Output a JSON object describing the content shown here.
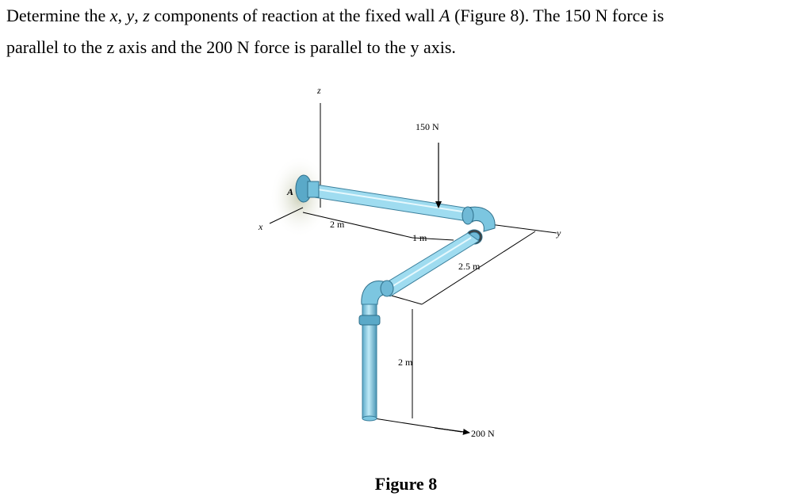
{
  "problem": {
    "line1": {
      "p1": "Determine the ",
      "x": "x",
      "c1": ", ",
      "y": "y",
      "c2": ", ",
      "z": "z",
      "p2": " components of reaction at the fixed wall ",
      "A": "A",
      "p3": " (Figure 8). The 150 N force is"
    },
    "line2": "parallel to the z axis and the 200 N force is parallel to the y axis."
  },
  "figure": {
    "axis_x": "x",
    "axis_y": "y",
    "axis_z": "z",
    "point_A": "A",
    "force_150": "150 N",
    "force_200": "200 N",
    "dim_2m_top": "2 m",
    "dim_1m": "1 m",
    "dim_2_5m": "2.5 m",
    "dim_2m_vertical": "2 m",
    "colors": {
      "pipe_fill": "#8fd3ec",
      "pipe_edge": "#3a7f9c",
      "fitting": "#5aa9c8",
      "wall": "#d9ddc8"
    }
  },
  "caption": "Figure 8"
}
